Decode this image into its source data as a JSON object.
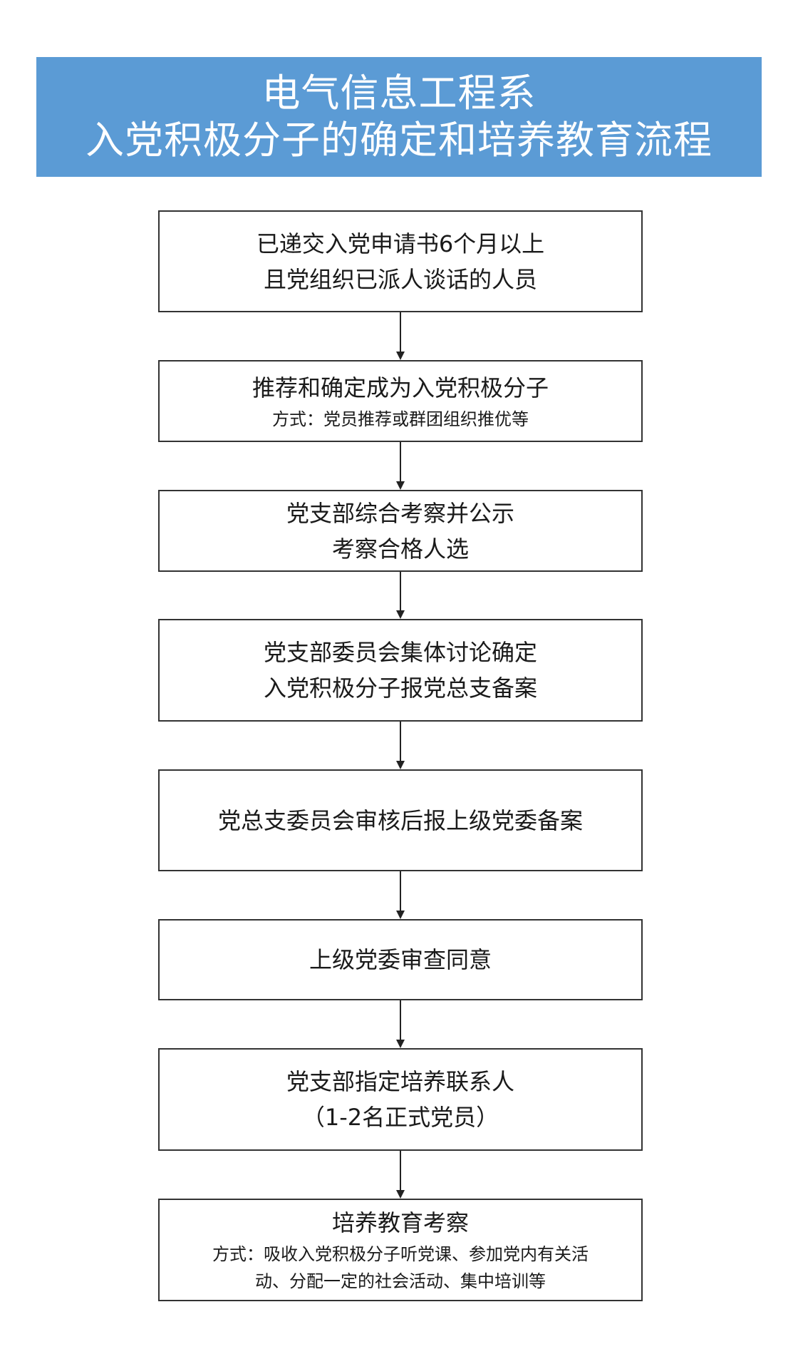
{
  "title": {
    "line1": "电气信息工程系",
    "line2": "入党积极分子的确定和培养教育流程"
  },
  "steps": [
    {
      "main": [
        "已递交入党申请书6个月以上",
        "且党组织已派人谈话的人员"
      ],
      "sub": []
    },
    {
      "main": [
        "推荐和确定成为入党积极分子"
      ],
      "sub": [
        "方式：党员推荐或群团组织推优等"
      ]
    },
    {
      "main": [
        "党支部综合考察并公示",
        "考察合格人选"
      ],
      "sub": []
    },
    {
      "main": [
        "党支部委员会集体讨论确定",
        "入党积极分子报党总支备案"
      ],
      "sub": []
    },
    {
      "main": [
        "党总支委员会审核后报上级党委备案"
      ],
      "sub": []
    },
    {
      "main": [
        "上级党委审查同意"
      ],
      "sub": []
    },
    {
      "main": [
        "党支部指定培养联系人",
        "（1-2名正式党员）"
      ],
      "sub": []
    },
    {
      "main": [
        "培养教育考察"
      ],
      "sub": [
        "方式：吸收入党积极分子听党课、参加党内有关活",
        "动、分配一定的社会活动、集中培训等"
      ]
    }
  ],
  "colors": {
    "banner": "#5b9bd5",
    "banner_text": "#ffffff",
    "box_border": "#333333",
    "arrow": "#222222"
  }
}
